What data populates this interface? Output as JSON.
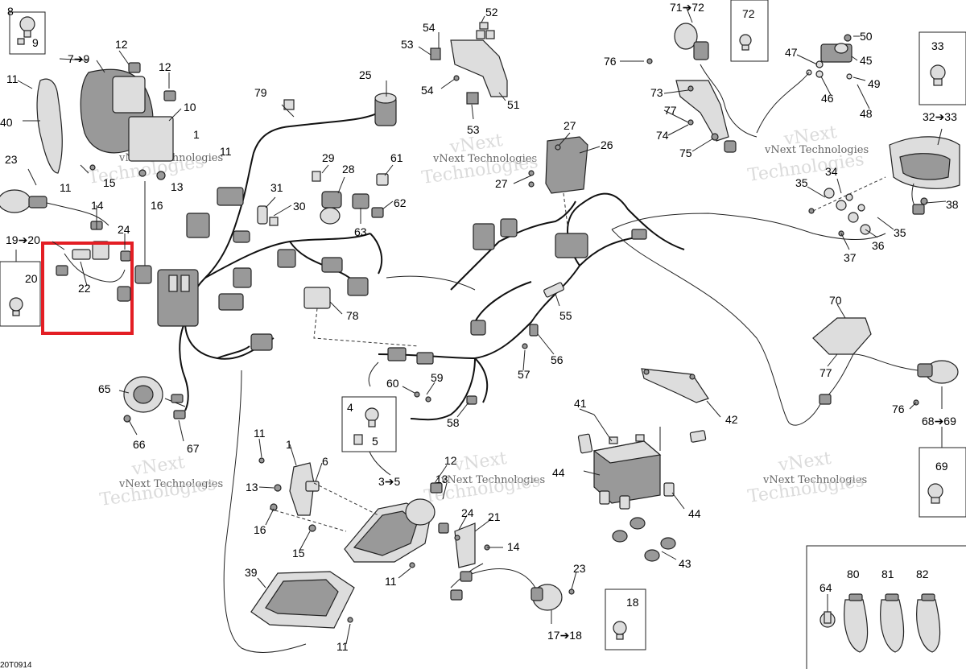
{
  "diagram_code": "20T0914",
  "watermark": {
    "line1": "vNext Technologies",
    "line2": "vNext",
    "line3": "Technologies"
  },
  "callouts": {
    "c8": "8",
    "c9": "9",
    "c7_9": "7➔9",
    "c12a": "12",
    "c12b": "12",
    "c11a": "11",
    "c40": "40",
    "c10": "10",
    "c1a": "1",
    "c11b": "11",
    "c23a": "23",
    "c11c": "11",
    "c15a": "15",
    "c13a": "13",
    "c16a": "16",
    "c14a": "14",
    "c24a": "24",
    "c19_20": "19➔20",
    "c20": "20",
    "c22": "22",
    "c79": "79",
    "c25": "25",
    "c29": "29",
    "c28": "28",
    "c61": "61",
    "c62": "62",
    "c31": "31",
    "c30": "30",
    "c63": "63",
    "c78": "78",
    "c54a": "54",
    "c52": "52",
    "c53a": "53",
    "c54b": "54",
    "c51": "51",
    "c53b": "53",
    "c27a": "27",
    "c26": "26",
    "c27b": "27",
    "c55": "55",
    "c56": "56",
    "c57": "57",
    "c71_72": "71➔72",
    "c72": "72",
    "c76a": "76",
    "c73": "73",
    "c77a": "77",
    "c74": "74",
    "c75": "75",
    "c47": "47",
    "c50": "50",
    "c45": "45",
    "c49": "49",
    "c46": "46",
    "c48": "48",
    "c33": "33",
    "c32_33": "32➔33",
    "c34": "34",
    "c35a": "35",
    "c38": "38",
    "c36": "36",
    "c35b": "35",
    "c37": "37",
    "c70": "70",
    "c77b": "77",
    "c76b": "76",
    "c68_69": "68➔69",
    "c69": "69",
    "c65": "65",
    "c66": "66",
    "c67": "67",
    "c60": "60",
    "c59": "59",
    "c58": "58",
    "c4": "4",
    "c5": "5",
    "c3_5": "3➔5",
    "c41": "41",
    "c42": "42",
    "c44a": "44",
    "c44b": "44",
    "c43": "43",
    "c11d": "11",
    "c1b": "1",
    "c6": "6",
    "c13b": "13",
    "c16b": "16",
    "c15b": "15",
    "c12c": "12",
    "c13c": "13",
    "c24b": "24",
    "c21": "21",
    "c14b": "14",
    "c11e": "11",
    "c23b": "23",
    "c39": "39",
    "c11f": "11",
    "c17_18": "17➔18",
    "c18": "18",
    "c64": "64",
    "c80": "80",
    "c81": "81",
    "c82": "82"
  },
  "highlight": {
    "color": "#e31e24",
    "target": "22"
  }
}
